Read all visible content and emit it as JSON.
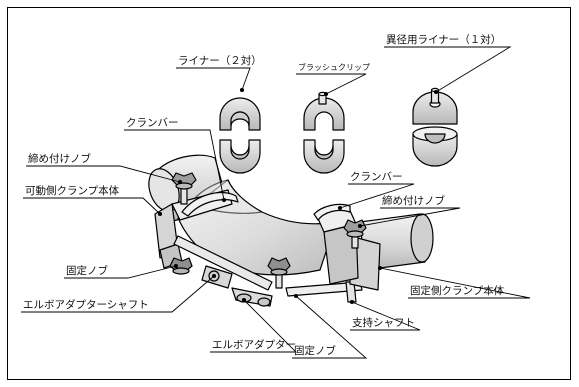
{
  "labels": {
    "liner_2pair": "ライナー（２対）",
    "flash_clip": "ブラッシュクリップ",
    "reducer_liner_1pair": "異径用ライナー（１対）",
    "clamp_bar_left": "クランバー",
    "tighten_knob_left": "締め付けノブ",
    "movable_clamp_body": "可動側クランプ本体",
    "fixing_knob_left": "固定ノブ",
    "elbow_adapter_shaft": "エルボアダプターシャフト",
    "elbow_adapter": "エルボアダプター",
    "fixing_knob_bottom": "固定ノブ",
    "support_shaft": "支持シャフト",
    "fixed_clamp_body": "固定側クランプ本体",
    "clamp_bar_right": "クランバー",
    "tighten_knob_right": "締め付けノブ"
  },
  "colors": {
    "line": "#000000",
    "part_fill": "#ffffff",
    "shade_dark": "#bdbdbd",
    "shade_mid": "#d9d9d9",
    "shade_light": "#ececec"
  }
}
